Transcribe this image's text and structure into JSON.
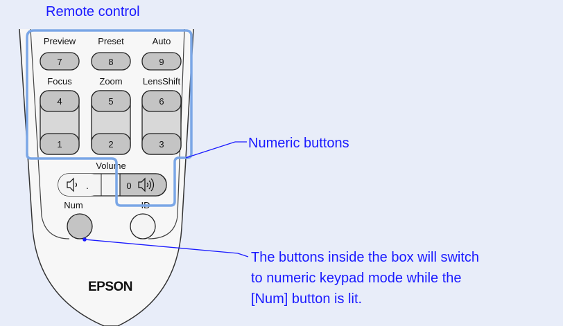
{
  "title": "Remote control",
  "remote": {
    "brand": "EPSON",
    "rows": [
      {
        "labels": [
          "Preview",
          "Preset",
          "Auto"
        ],
        "keys": [
          "7",
          "8",
          "9"
        ]
      },
      {
        "labels": [
          "Focus",
          "Zoom",
          "LensShift"
        ],
        "keys": [
          "4",
          "5",
          "6"
        ]
      },
      {
        "labels": [
          "",
          "",
          ""
        ],
        "keys": [
          "1",
          "2",
          "3"
        ]
      }
    ],
    "volume": {
      "label": "Volume",
      "dot": ".",
      "zero": "0"
    },
    "num_label": "Num",
    "id_label": "ID"
  },
  "callouts": {
    "numeric": "Numeric buttons",
    "num_lines": [
      "The buttons inside the box will switch",
      "to numeric keypad mode while the",
      "[Num] button is lit."
    ]
  },
  "colors": {
    "accent": "#1a1aff",
    "highlight": "#7aa6e6",
    "background": "#e8edf9",
    "key_fill": "#c4c4c4"
  }
}
